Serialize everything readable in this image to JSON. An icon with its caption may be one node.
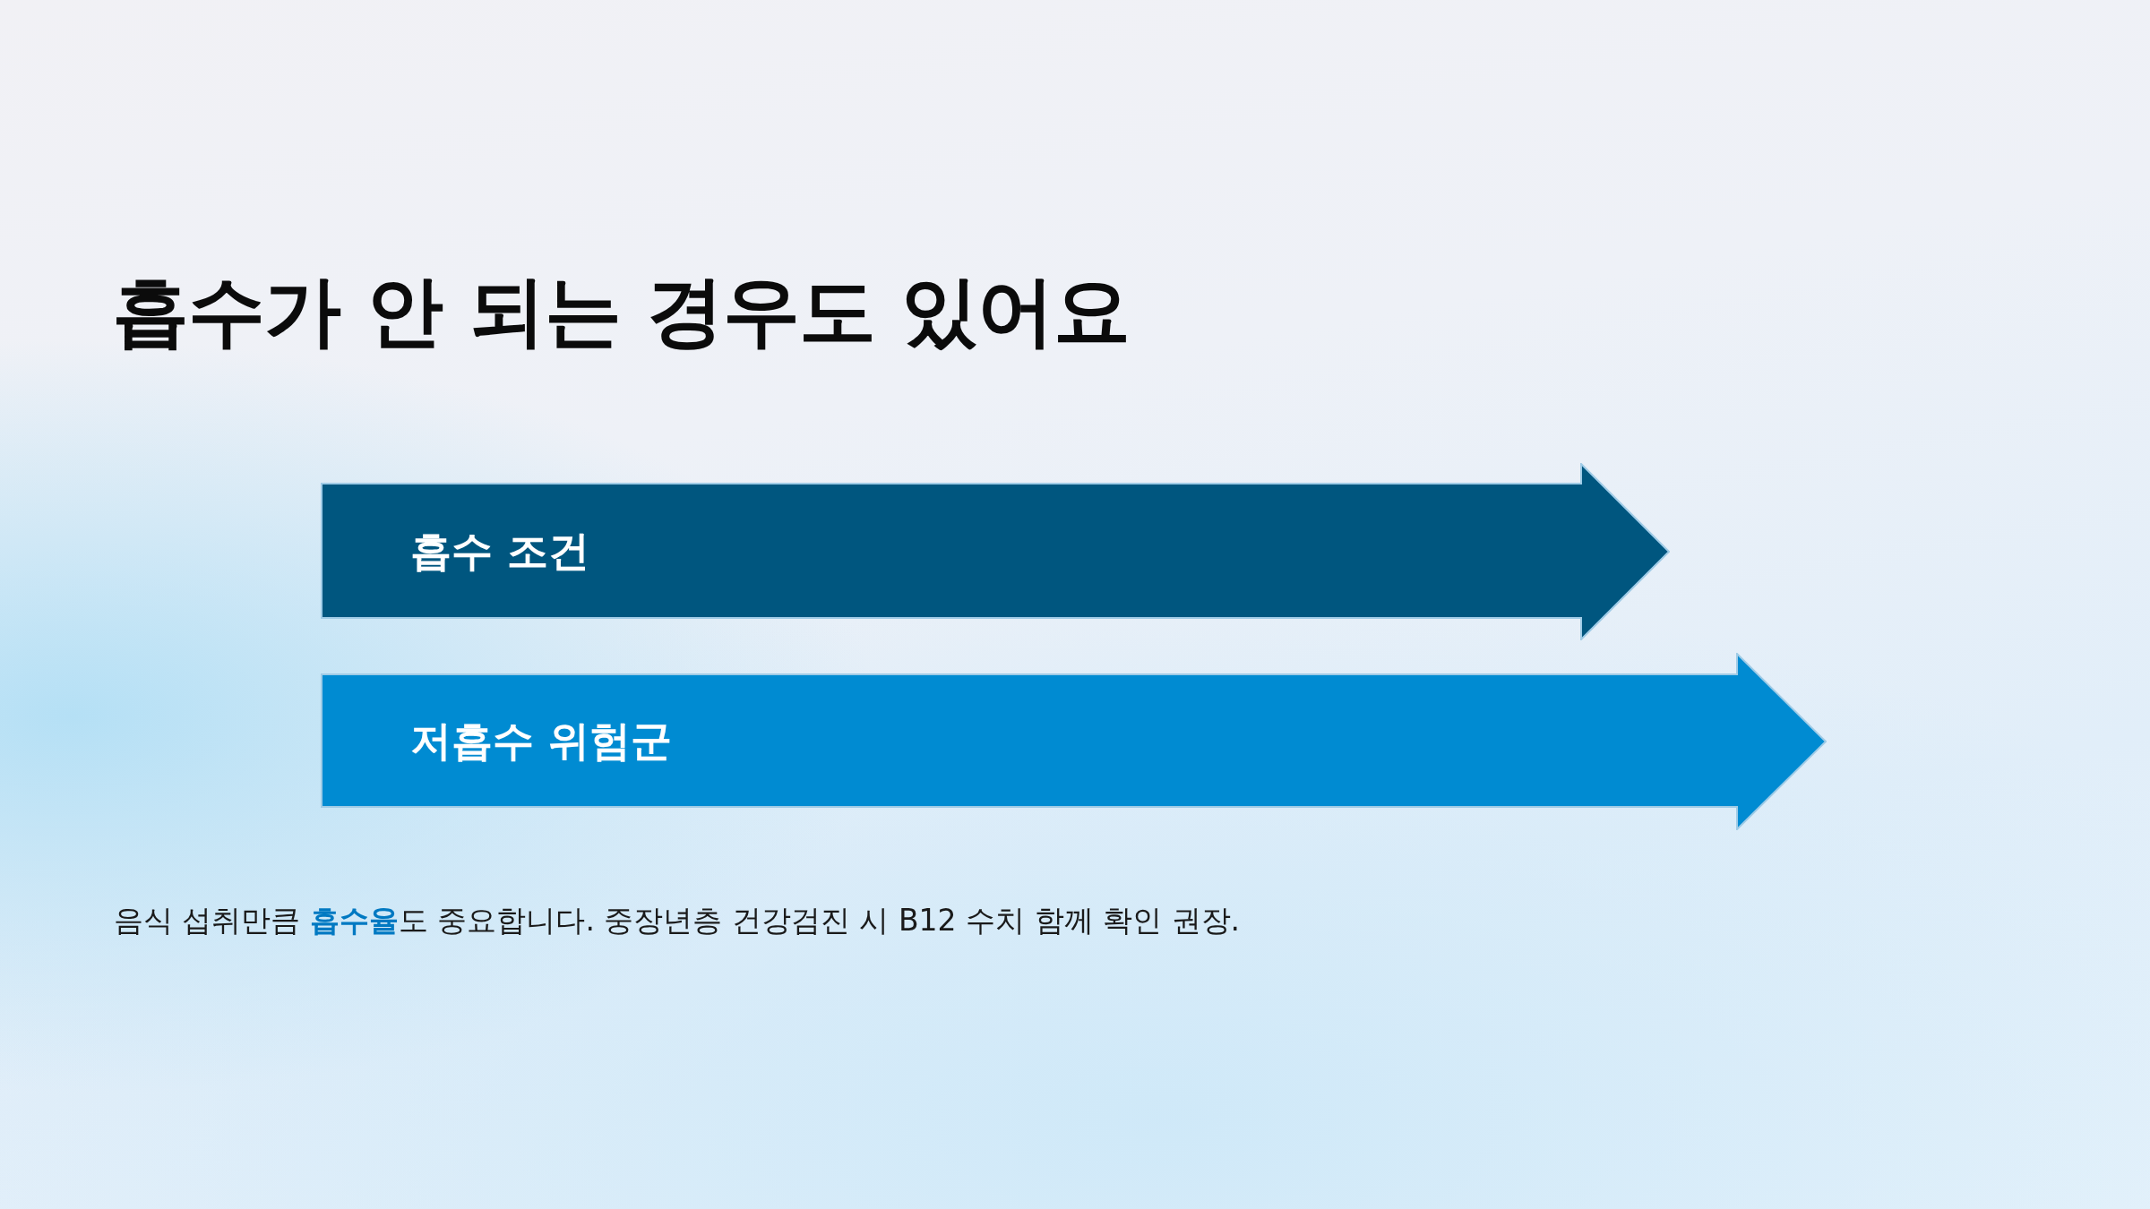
{
  "diagram": {
    "title": "흡수가 안 되는 경우도 있어요",
    "nodes": [
      {
        "text": [
          "흡수 조건"
        ]
      },
      {
        "text": [
          "저흡수 위험군"
        ]
      }
    ],
    "labels": [
      "음식 섭취만큼 **흡수율**도 중요합니다. 중장년층 건강검진 시 B12 수치 함께 확인 권장."
    ]
  }
}
